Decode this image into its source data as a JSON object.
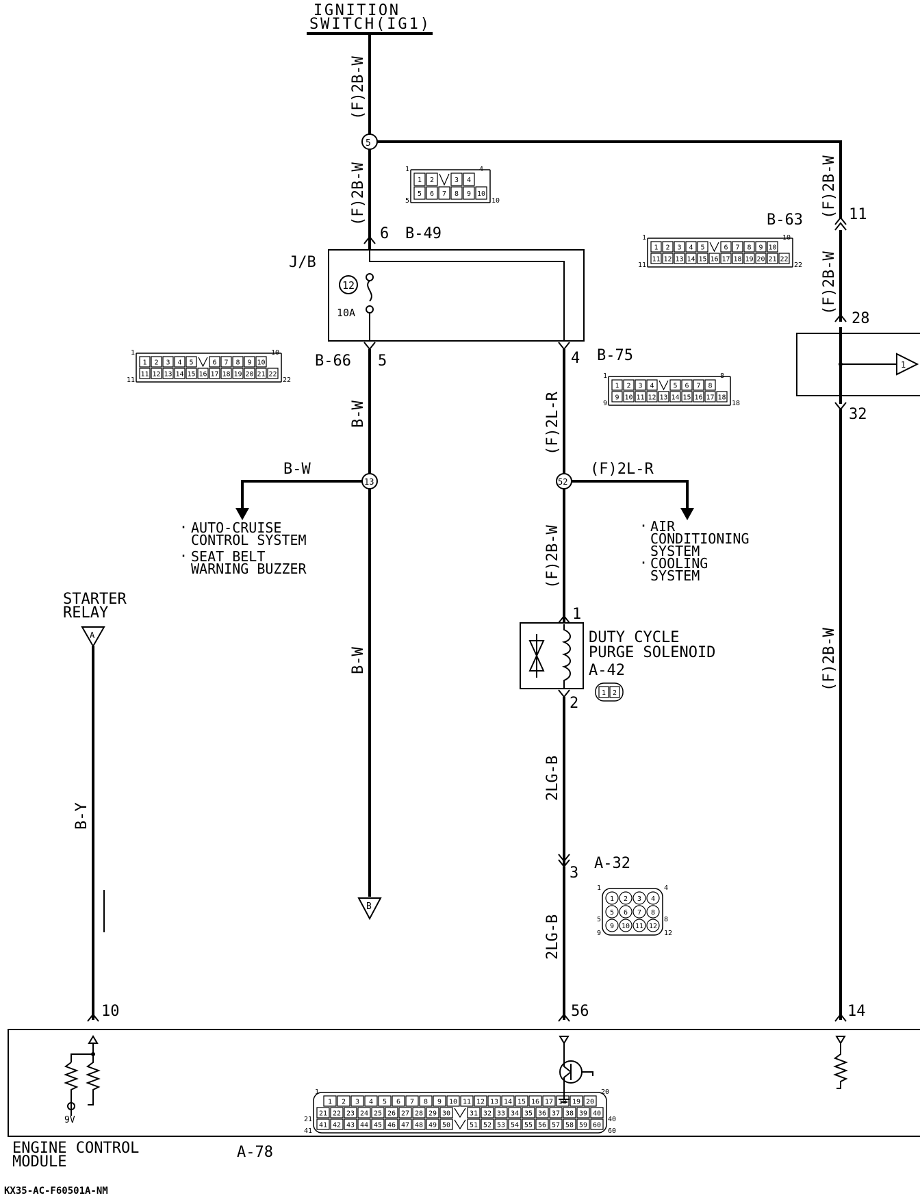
{
  "ignition": {
    "line1": "IGNITION",
    "line2": "SWITCH(IG1)"
  },
  "wires": {
    "top_main": "(F)2B-W",
    "main_lower": "(F)2B-W",
    "right_upper": "(F)2B-W",
    "right_mid": "(F)2B-W",
    "right_lower": "(F)2B-W",
    "b66_down": "B-W",
    "branch_left": "B-W",
    "center_down": "B-W",
    "b75_down": "(F)2L-R",
    "branch_right": "(F)2L-R",
    "to_solenoid": "(F)2B-W",
    "sol_down": "2LG-B",
    "a32_down": "2LG-B",
    "starter_wire": "B-Y"
  },
  "junctions": {
    "j5": "5",
    "j13": "13",
    "j52": "52"
  },
  "jb": {
    "label": "J/B",
    "fuse_no": "12",
    "fuse_rating": "10A"
  },
  "connectors": {
    "b49": {
      "name": "B-49",
      "pin": "6"
    },
    "b66": {
      "name": "B-66",
      "pin": "5"
    },
    "b75": {
      "name": "B-75",
      "pin": "4"
    },
    "b63": {
      "name": "B-63",
      "pin_in": "11",
      "pin_a": "28",
      "pin_b": "32"
    },
    "a42": {
      "name": "A-42",
      "pin1": "1",
      "pin2": "2"
    },
    "a32": {
      "name": "A-32",
      "pin": "3"
    },
    "a78": {
      "name": "A-78"
    }
  },
  "pinouts": {
    "p10": {
      "rows": [
        [
          "1",
          "2",
          "",
          "3",
          "4"
        ],
        [
          "5",
          "6",
          "7",
          "8",
          "9",
          "10"
        ]
      ],
      "corners": [
        "1",
        "4",
        "5",
        "10"
      ]
    },
    "p22": {
      "rows": [
        [
          "1",
          "2",
          "3",
          "4",
          "5",
          "",
          "6",
          "7",
          "8",
          "9",
          "10"
        ],
        [
          "11",
          "12",
          "13",
          "14",
          "15",
          "16",
          "17",
          "18",
          "19",
          "20",
          "21",
          "22"
        ]
      ],
      "corners": [
        "1",
        "10",
        "11",
        "22"
      ]
    },
    "p18": {
      "rows": [
        [
          "1",
          "2",
          "3",
          "4",
          "",
          "5",
          "6",
          "7",
          "8"
        ],
        [
          "9",
          "10",
          "11",
          "12",
          "13",
          "14",
          "15",
          "16",
          "17",
          "18"
        ]
      ],
      "corners": [
        "1",
        "8",
        "9",
        "18"
      ]
    },
    "p2": {
      "rows": [
        [
          "1",
          "2"
        ]
      ]
    },
    "p12": {
      "rows": [
        [
          "1",
          "2",
          "3",
          "4"
        ],
        [
          "5",
          "6",
          "7",
          "8"
        ],
        [
          "9",
          "10",
          "11",
          "12"
        ]
      ],
      "corners": [
        "1",
        "4",
        "5",
        "8",
        "9",
        "12"
      ]
    },
    "p60": {
      "rows": [
        [
          "1",
          "2",
          "3",
          "4",
          "5",
          "6",
          "7",
          "8",
          "9",
          "10",
          "11",
          "12",
          "13",
          "14",
          "15",
          "16",
          "17",
          "18",
          "19",
          "20"
        ],
        [
          "21",
          "22",
          "23",
          "24",
          "25",
          "26",
          "27",
          "28",
          "29",
          "30",
          "",
          "31",
          "32",
          "33",
          "34",
          "35",
          "36",
          "37",
          "38",
          "39",
          "40"
        ],
        [
          "41",
          "42",
          "43",
          "44",
          "45",
          "46",
          "47",
          "48",
          "49",
          "50",
          "",
          "51",
          "52",
          "53",
          "54",
          "55",
          "56",
          "57",
          "58",
          "59",
          "60"
        ]
      ],
      "corners": [
        "1",
        "20",
        "21",
        "40",
        "41",
        "60"
      ]
    }
  },
  "destinations": {
    "left": [
      "AUTO-CRUISE",
      "CONTROL SYSTEM",
      "SEAT BELT",
      "WARNING BUZZER"
    ],
    "right": [
      "AIR",
      "CONDITIONING",
      "SYSTEM",
      "COOLING",
      "SYSTEM"
    ]
  },
  "solenoid": {
    "line1": "DUTY CYCLE",
    "line2": "PURGE SOLENOID"
  },
  "starter": {
    "line1": "STARTER",
    "line2": "RELAY",
    "connector": "A"
  },
  "b_terminal": "B",
  "right_module_terminal": "1",
  "ecm": {
    "line1": "ENGINE CONTROL",
    "line2": "MODULE",
    "pin_starter": "10",
    "pin_purge": "56",
    "pin_power": "14",
    "voltage": "9V"
  },
  "code": "KX35-AC-F60501A-NM"
}
